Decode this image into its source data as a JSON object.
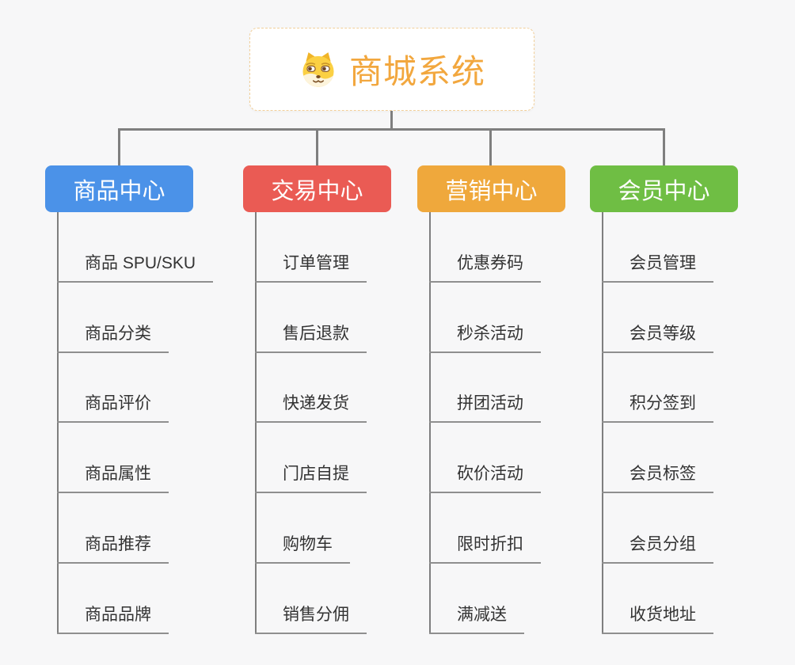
{
  "root": {
    "title": "商城系统",
    "icon": "dog-face-icon",
    "title_color": "#f2a73e",
    "border_color": "#f2cf9a"
  },
  "branches": [
    {
      "label": "商品中心",
      "color": "#4b92e8",
      "items": [
        "商品 SPU/SKU",
        "商品分类",
        "商品评价",
        "商品属性",
        "商品推荐",
        "商品品牌"
      ]
    },
    {
      "label": "交易中心",
      "color": "#ea5b54",
      "items": [
        "订单管理",
        "售后退款",
        "快递发货",
        "门店自提",
        "购物车",
        "销售分佣"
      ]
    },
    {
      "label": "营销中心",
      "color": "#efa83c",
      "items": [
        "优惠券码",
        "秒杀活动",
        "拼团活动",
        "砍价活动",
        "限时折扣",
        "满减送"
      ]
    },
    {
      "label": "会员中心",
      "color": "#6fbe44",
      "items": [
        "会员管理",
        "会员等级",
        "积分签到",
        "会员标签",
        "会员分组",
        "收货地址"
      ]
    }
  ],
  "colors": {
    "connector": "#7f7f7f",
    "underline": "#8f8f8f",
    "leaf_text": "#333333",
    "background": "#f7f7f8"
  }
}
